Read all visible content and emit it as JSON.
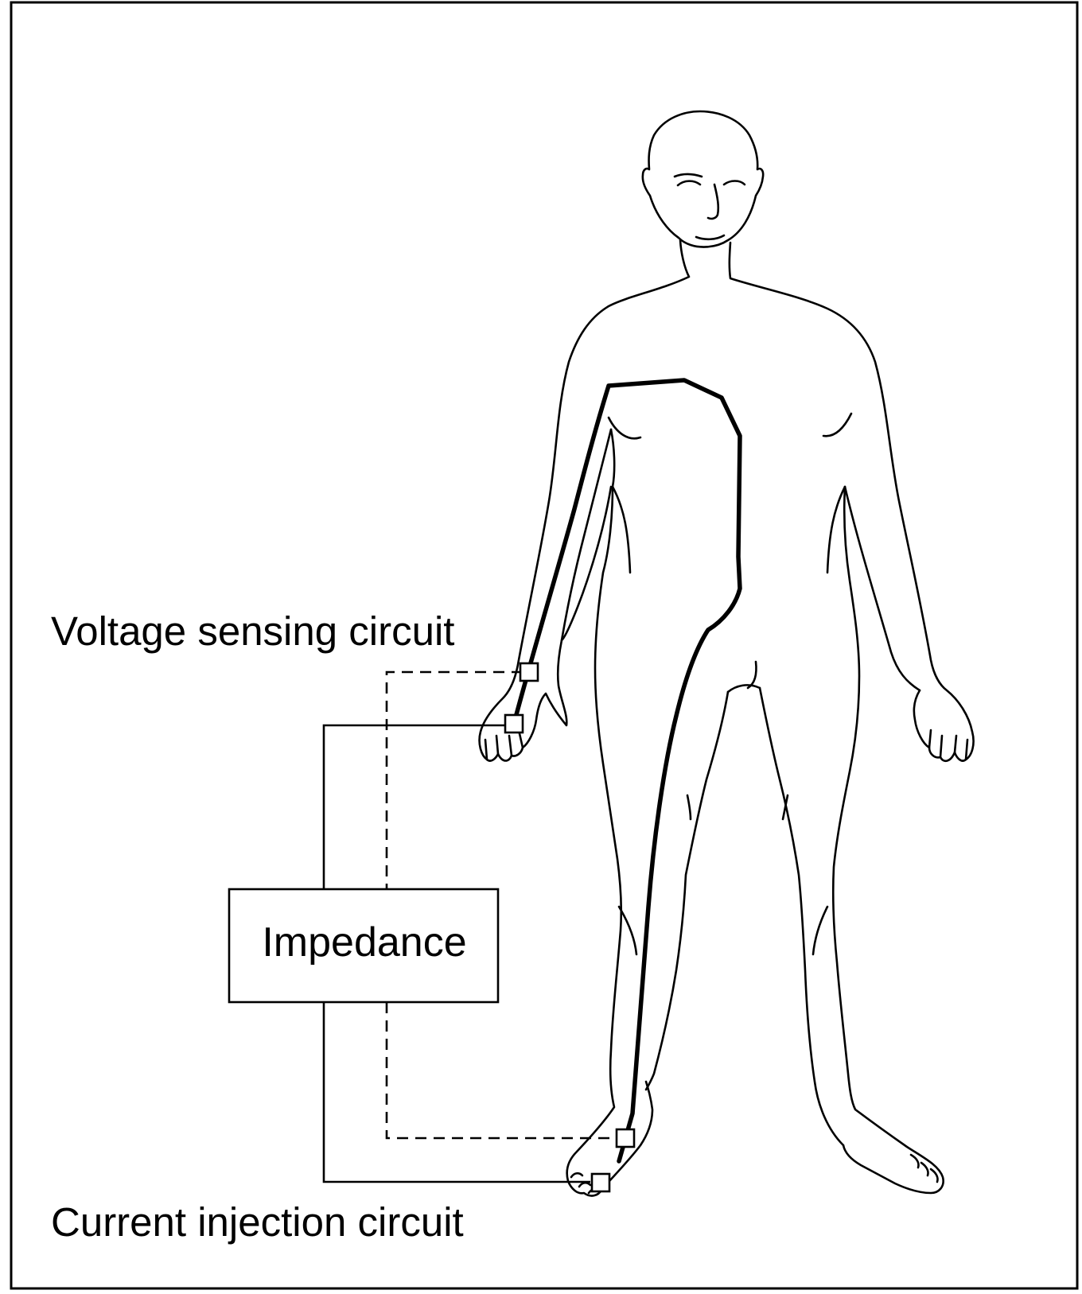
{
  "labels": {
    "voltage_circuit": "Voltage sensing circuit",
    "current_circuit": "Current injection circuit",
    "impedance_box": "Impedance"
  },
  "colors": {
    "line": "#000000",
    "background": "#ffffff"
  }
}
